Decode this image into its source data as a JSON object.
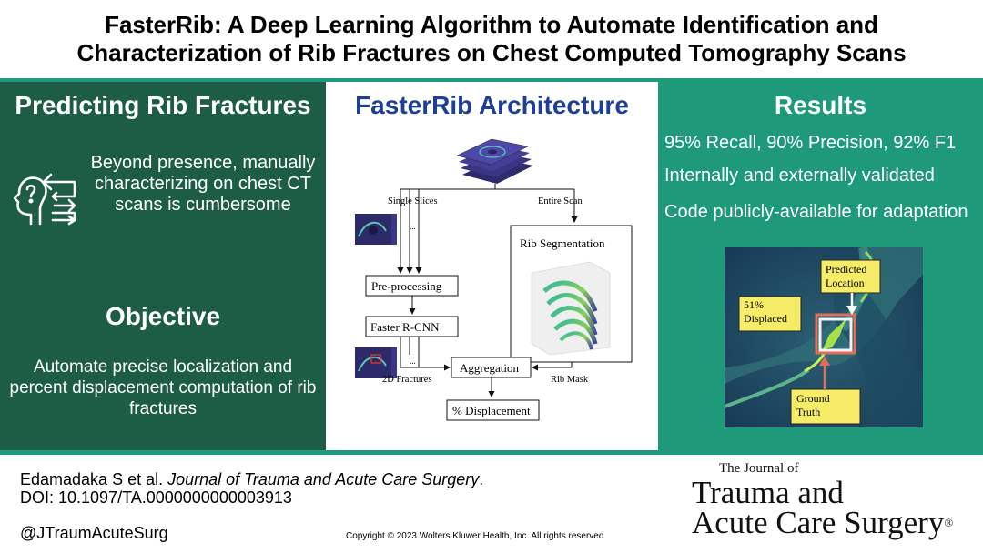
{
  "title": {
    "line1": "FasterRib: A Deep Learning Algorithm to Automate Identification and",
    "line2": "Characterization of Rib Fractures on Chest Computed Tomography Scans"
  },
  "left_panel": {
    "heading1": "Predicting Rib Fractures",
    "text1": "Beyond presence, manually characterizing on chest CT scans is cumbersome",
    "icon": "decision-thinking-icon",
    "heading2": "Objective",
    "text2": "Automate precise localization and percent displacement computation of rib fractures"
  },
  "middle_panel": {
    "heading": "FasterRib Architecture",
    "diagram": {
      "single_slices": "Single Slices",
      "entire_scan": "Entire Scan",
      "rib_segmentation": "Rib Segmentation",
      "preprocessing": "Pre-processing",
      "faster_rcnn": "Faster R-CNN",
      "fractures_2d": "2D Fractures",
      "aggregation": "Aggregation",
      "rib_mask": "Rib Mask",
      "displacement": "% Displacement",
      "ellipsis": "..."
    }
  },
  "right_panel": {
    "heading": "Results",
    "bullet1": "95% Recall, 90% Precision, 92% F1",
    "bullet2": "Internally and externally validated",
    "bullet3": "Code publicly-available for adaptation",
    "image_labels": {
      "predicted": "Predicted Location",
      "displaced": "51% Displaced",
      "ground_truth": "Ground Truth"
    }
  },
  "footer": {
    "citation_authors": "Edamadaka S et al. ",
    "citation_journal": "Journal of Trauma and Acute Care Surgery",
    "citation_period": ".",
    "doi": "DOI: 10.1097/TA.0000000000003913",
    "handle": "@JTraumAcuteSurg",
    "copyright": "Copyright © 2023 Wolters Kluwer Health, Inc. All rights reserved",
    "journal_small": "The Journal of",
    "journal_line1": "Trauma and",
    "journal_line2": "Acute Care Surgery",
    "journal_mark": "®"
  },
  "colors": {
    "dark_green": "#1d5c45",
    "teal": "#1e9a7b",
    "blue": "#1f3f95"
  }
}
